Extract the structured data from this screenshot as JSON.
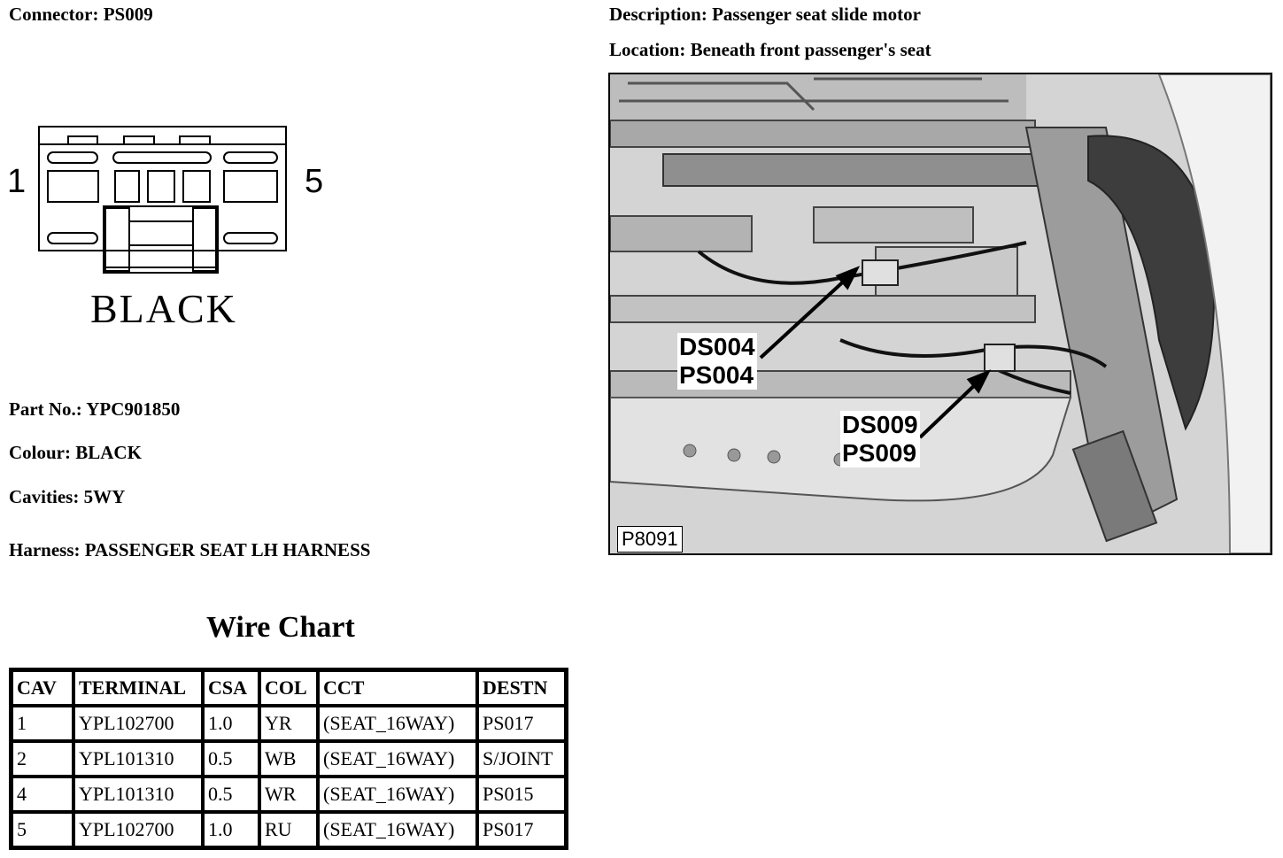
{
  "connector": {
    "title": "Connector: PS009",
    "pin_left": "1",
    "pin_right": "5",
    "colour_label": "BLACK"
  },
  "info": {
    "description": "Description: Passenger seat slide motor",
    "location": "Location: Beneath front passenger's seat",
    "part_no": "Part No.: YPC901850",
    "colour": "Colour: BLACK",
    "cavities": "Cavities: 5WY",
    "harness": "Harness: PASSENGER SEAT LH HARNESS"
  },
  "wire_chart": {
    "title": "Wire Chart",
    "headers": [
      "CAV",
      "TERMINAL",
      "CSA",
      "COL",
      "CCT",
      "DESTN"
    ],
    "rows": [
      [
        "1",
        "YPL102700",
        "1.0",
        "YR",
        "(SEAT_16WAY)",
        "PS017"
      ],
      [
        "2",
        "YPL101310",
        "0.5",
        "WB",
        "(SEAT_16WAY)",
        "S/JOINT"
      ],
      [
        "4",
        "YPL101310",
        "0.5",
        "WR",
        "(SEAT_16WAY)",
        "PS015"
      ],
      [
        "5",
        "YPL102700",
        "1.0",
        "RU",
        "(SEAT_16WAY)",
        "PS017"
      ]
    ]
  },
  "photo": {
    "callout_1_line1": "DS004",
    "callout_1_line2": "PS004",
    "callout_2_line1": "DS009",
    "callout_2_line2": "PS009",
    "reference": "P8091"
  }
}
